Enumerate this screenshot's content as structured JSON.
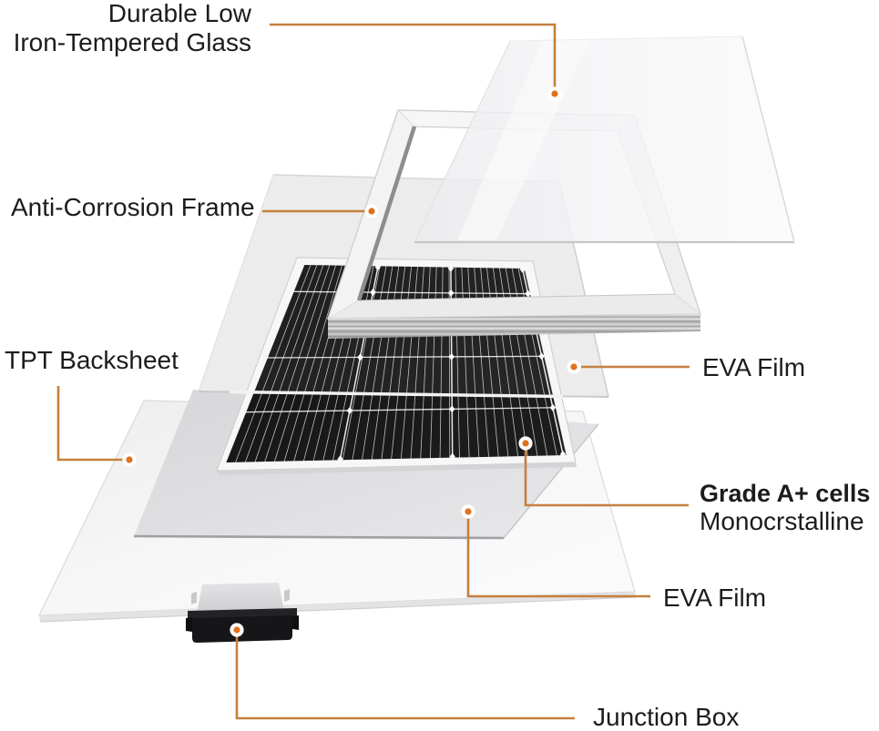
{
  "palette": {
    "accent_orange": "#e2711d",
    "leader_line": "#c5803f",
    "label_text": "#1c1c1e",
    "cell_black": "#161616",
    "sheet_gray": "#dcdcde",
    "frame_silver": "#f2f2f3"
  },
  "labels": {
    "glass": {
      "line1": "Durable Low",
      "line2": "Iron-Tempered Glass"
    },
    "frame": {
      "text": "Anti-Corrosion Frame"
    },
    "backsheet": {
      "text": "TPT Backsheet"
    },
    "eva_film_top": {
      "text": "EVA Film"
    },
    "cells": {
      "title": "Grade A+ cells",
      "subtitle": "Monocrstalline"
    },
    "eva_film_bottom": {
      "text": "EVA Film"
    },
    "junction_box": {
      "text": "Junction Box"
    }
  }
}
